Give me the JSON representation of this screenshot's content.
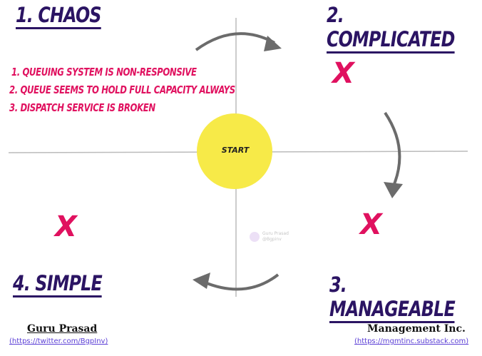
{
  "quadrants": {
    "q1": "1. Chaos",
    "q2": "2. Complicated",
    "q3": "3. Manageable",
    "q4": "4. Simple"
  },
  "chaos_items": [
    "1. Queuing system is non-responsive",
    "2. Queue seems to hold full capacity always",
    "3. Dispatch service is broken"
  ],
  "marks": {
    "complicated": "X",
    "manageable": "X",
    "simple": "X"
  },
  "center": {
    "label": "Start"
  },
  "watermark": {
    "name": "Guru Prasad",
    "handle": "@Bgpinv"
  },
  "footer": {
    "left_name": "Guru Prasad",
    "left_link": "(https://twitter.com/BgpInv)",
    "right_name": "Management Inc.",
    "right_link": "(https://mgmtinc.substack.com)"
  },
  "colors": {
    "title": "#2b1463",
    "accent": "#e0115f",
    "circle": "#f7ea48",
    "arrow": "#6b6b6b"
  }
}
